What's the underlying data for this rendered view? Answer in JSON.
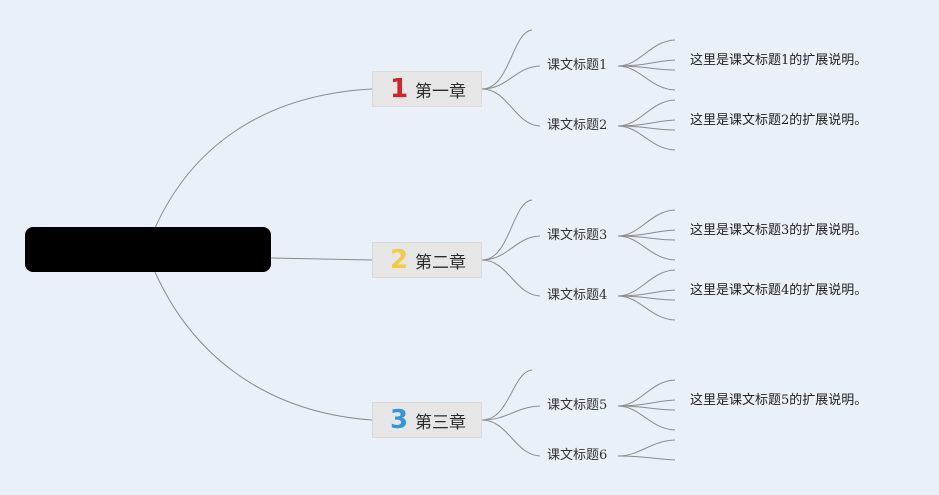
{
  "root": {
    "label": ""
  },
  "chapters": [
    {
      "number": "1",
      "label": "第一章",
      "color": "#d6202d"
    },
    {
      "number": "2",
      "label": "第二章",
      "color": "#f3cb45"
    },
    {
      "number": "3",
      "label": "第三章",
      "color": "#2f97de"
    }
  ],
  "lessons": [
    {
      "label": "课文标题1",
      "description": "这里是课文标题1的扩展说明。"
    },
    {
      "label": "课文标题2",
      "description": "这里是课文标题2的扩展说明。"
    },
    {
      "label": "课文标题3",
      "description": "这里是课文标题3的扩展说明。"
    },
    {
      "label": "课文标题4",
      "description": "这里是课文标题4的扩展说明。"
    },
    {
      "label": "课文标题5",
      "description": "这里是课文标题5的扩展说明。"
    },
    {
      "label": "课文标题6",
      "description": ""
    }
  ],
  "colors": {
    "background": "#e9f0f8",
    "root_fill": "#000000",
    "connector": "#8c8c8c",
    "chapter_fill": "#e6e6e6"
  }
}
